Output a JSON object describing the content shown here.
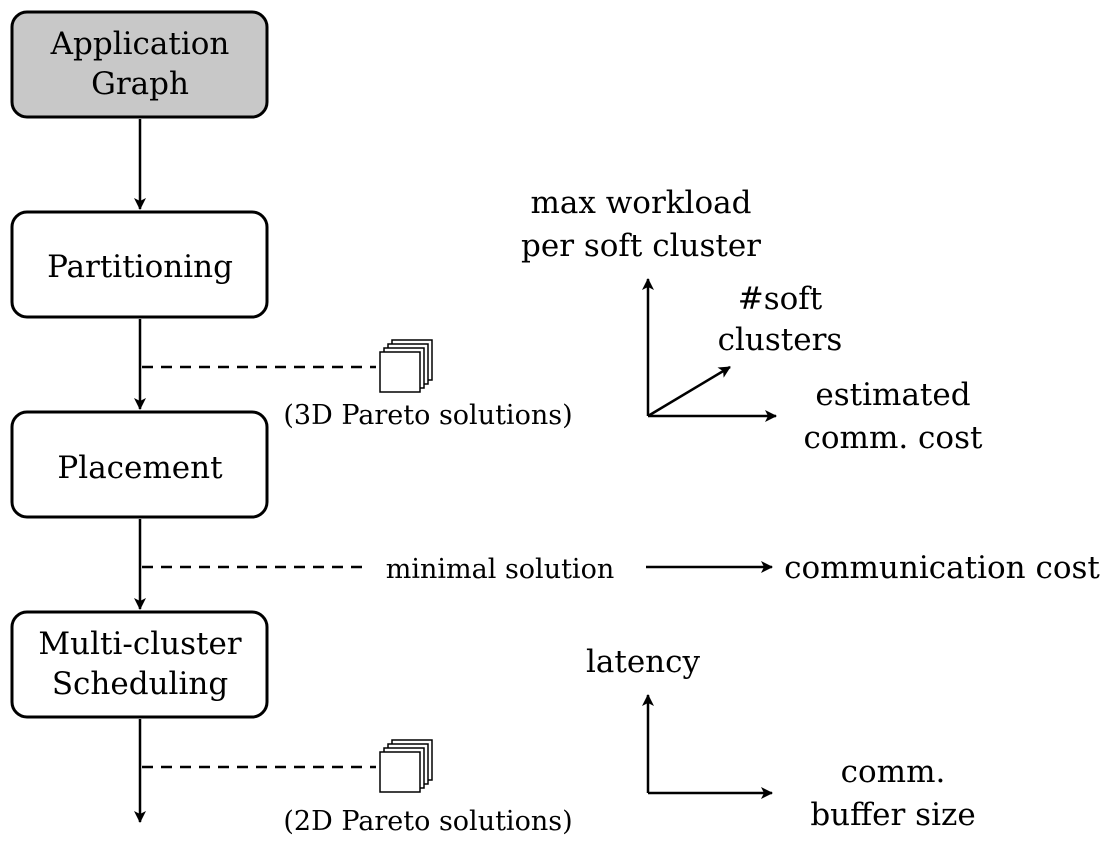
{
  "colors": {
    "input_box_fill": "#c8c8c8",
    "box_fill": "#ffffff",
    "stroke": "#000000"
  },
  "flow": {
    "application_graph": [
      "Application",
      "Graph"
    ],
    "partitioning": "Partitioning",
    "placement": "Placement",
    "scheduling": [
      "Multi-cluster",
      "Scheduling"
    ]
  },
  "partitioning_output": {
    "label": "(3D Pareto solutions)",
    "icon": "stacked-solutions-icon"
  },
  "placement_output": {
    "label": "minimal solution",
    "result": "communication cost"
  },
  "scheduling_output": {
    "label": "(2D Pareto solutions)",
    "icon": "stacked-solutions-icon"
  },
  "axes_3d": {
    "vertical": [
      "max workload",
      "per soft cluster"
    ],
    "diagonal": [
      "#soft",
      "clusters"
    ],
    "horizontal": [
      "estimated",
      "comm. cost"
    ]
  },
  "axes_2d": {
    "vertical": "latency",
    "horizontal": [
      "comm.",
      "buffer size"
    ]
  }
}
